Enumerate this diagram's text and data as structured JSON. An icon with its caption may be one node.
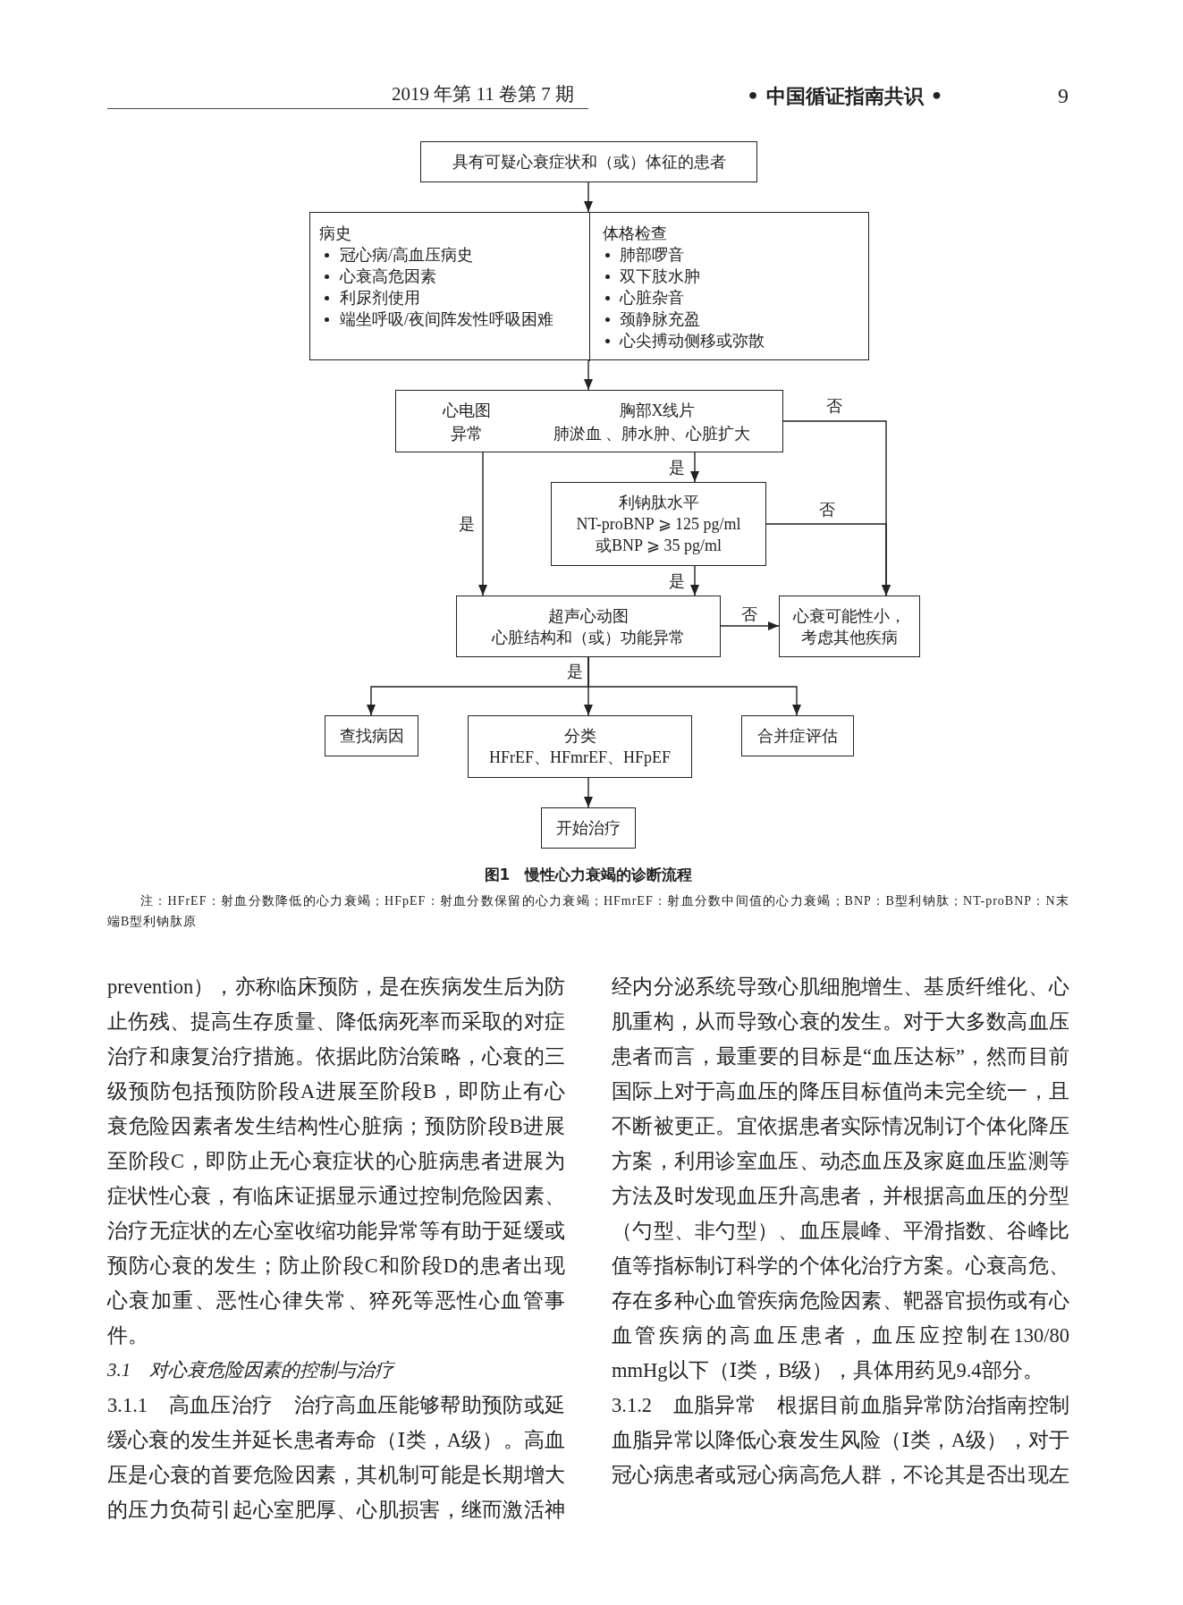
{
  "diagram": {
    "caption": "图1　慢性心力衰竭的诊断流程",
    "nodes": [
      {
        "text": [
          "具有可疑心衰症状和（或）体征的患者"
        ]
      },
      {
        "text": [],
        "shape": "box"
      },
      {
        "text": [
          "病史",
          "冠心病/高血压病史",
          "心衰高危因素",
          "利尿剂使用",
          "端坐呼吸/夜间阵发性呼吸困难"
        ],
        "in": 1
      },
      {
        "text": [
          "体格检查",
          "肺部啰音",
          "双下肢水肿",
          "心脏杂音",
          "颈静脉充盈",
          "心尖搏动侧移或弥散"
        ],
        "in": 1
      },
      {
        "text": [
          "心电图",
          "异常",
          "胸部X线片",
          "肺淤血 、肺水肿、心脏扩大"
        ]
      },
      {
        "text": [
          "利钠肽水平",
          "NT-proBNP ⩾ 125 pg/ml",
          "或BNP ⩾ 35 pg/ml"
        ]
      },
      {
        "text": [
          "超声心动图",
          "心脏结构和（或）功能异常"
        ]
      },
      {
        "text": [
          "心衰可能性小，考虑其他疾病"
        ]
      },
      {
        "text": [
          "查找病因"
        ]
      },
      {
        "text": [
          "分类",
          "HFrEF、HFmrEF、HFpEF"
        ]
      },
      {
        "text": [
          "合并症评估"
        ]
      },
      {
        "text": [
          "开始治疗"
        ]
      }
    ],
    "edges": [
      {
        "from": 0,
        "to": 1,
        "arrow": "to"
      },
      {
        "from": 1,
        "to": 4,
        "arrow": "to"
      },
      {
        "from": 4,
        "to": 7,
        "arrow": "to",
        "label": "否"
      },
      {
        "from": 4,
        "to": 5,
        "arrow": "to",
        "label": "是"
      },
      {
        "from": 4,
        "to": 6,
        "arrow": "to",
        "label": "是"
      },
      {
        "from": 5,
        "to": 7,
        "arrow": "to",
        "label": "否"
      },
      {
        "from": 5,
        "to": 6,
        "arrow": "to",
        "label": "是"
      },
      {
        "from": 6,
        "to": 7,
        "arrow": "to",
        "label": "否"
      },
      {
        "from": 6,
        "to": 8,
        "arrow": "to"
      },
      {
        "from": 6,
        "to": 9,
        "arrow": "to",
        "label": "是"
      },
      {
        "from": 6,
        "to": 10,
        "arrow": "to"
      },
      {
        "from": 9,
        "to": 11,
        "arrow": "to"
      }
    ],
    "labels": [
      "2019 年第 11 卷第 7 期",
      "• 中国循证指南共识 •",
      "9",
      "注：HFrEF：射血分数降低的心力衰竭；HFpEF：射血分数保留的心力衰竭；HFmrEF：射血分数中间值的心力衰竭；BNP：B型利钠肽；NT-proBNP：N末端B型利钠肽原",
      "prevention），亦称临床预防，是在疾病发生后为防止伤残、提高生存质量、降低病死率而采取的对症治疗和康复治疗措施。依据此防治策略，心衰的三级预防包括预防阶段A进展至阶段B，即防止有心衰危险因素者发生结构性心脏病；预防阶段B进展至阶段C，即防止无心衰症状的心脏病患者进展为症状性心衰，有临床证据显示通过控制危险因素、治疗无症状的左心室收缩功能异常等有助于延缓或预防心衰的发生；防止阶段C和阶段D的患者出现心衰加重、恶性心律失常、猝死等恶性心血管事件。",
      "3.1　对心衰危险因素的控制与治疗",
      "3.1.1　高血压治疗　治疗高血压能够帮助预防或延缓心衰的发生并延长患者寿命（Ⅰ类，A级）。高血压是心衰的首要危险因素，其机制可能是长期增大的压力负荷引起心室肥厚、心肌损害，继而激活神",
      "经内分泌系统导致心肌细胞增生、基质纤维化、心肌重构，从而导致心衰的发生。对于大多数高血压患者而言，最重要的目标是“血压达标”，然而目前国际上对于高血压的降压目标值尚未完全统一，且不断被更正。宜依据患者实际情况制订个体化降压方案，利用诊室血压、动态血压及家庭血压监测等方法及时发现血压升高患者，并根据高血压的分型（勺型、非勺型）、血压晨峰、平滑指数、谷峰比值等指标制订科学的个体化治疗方案。心衰高危、存在多种心血管疾病危险因素、靶器官损伤或有心血管疾病的高血压患者，血压应控制在130/80 mmHg以下（Ⅰ类，B级），具体用药见9.4部分。",
      "3.1.2　血脂异常　根据目前血脂异常防治指南控制血脂异常以降低心衰发生风险（Ⅰ类，A级），对于冠心病患者或冠心病高危人群，不论其是否出现左"
    ]
  }
}
